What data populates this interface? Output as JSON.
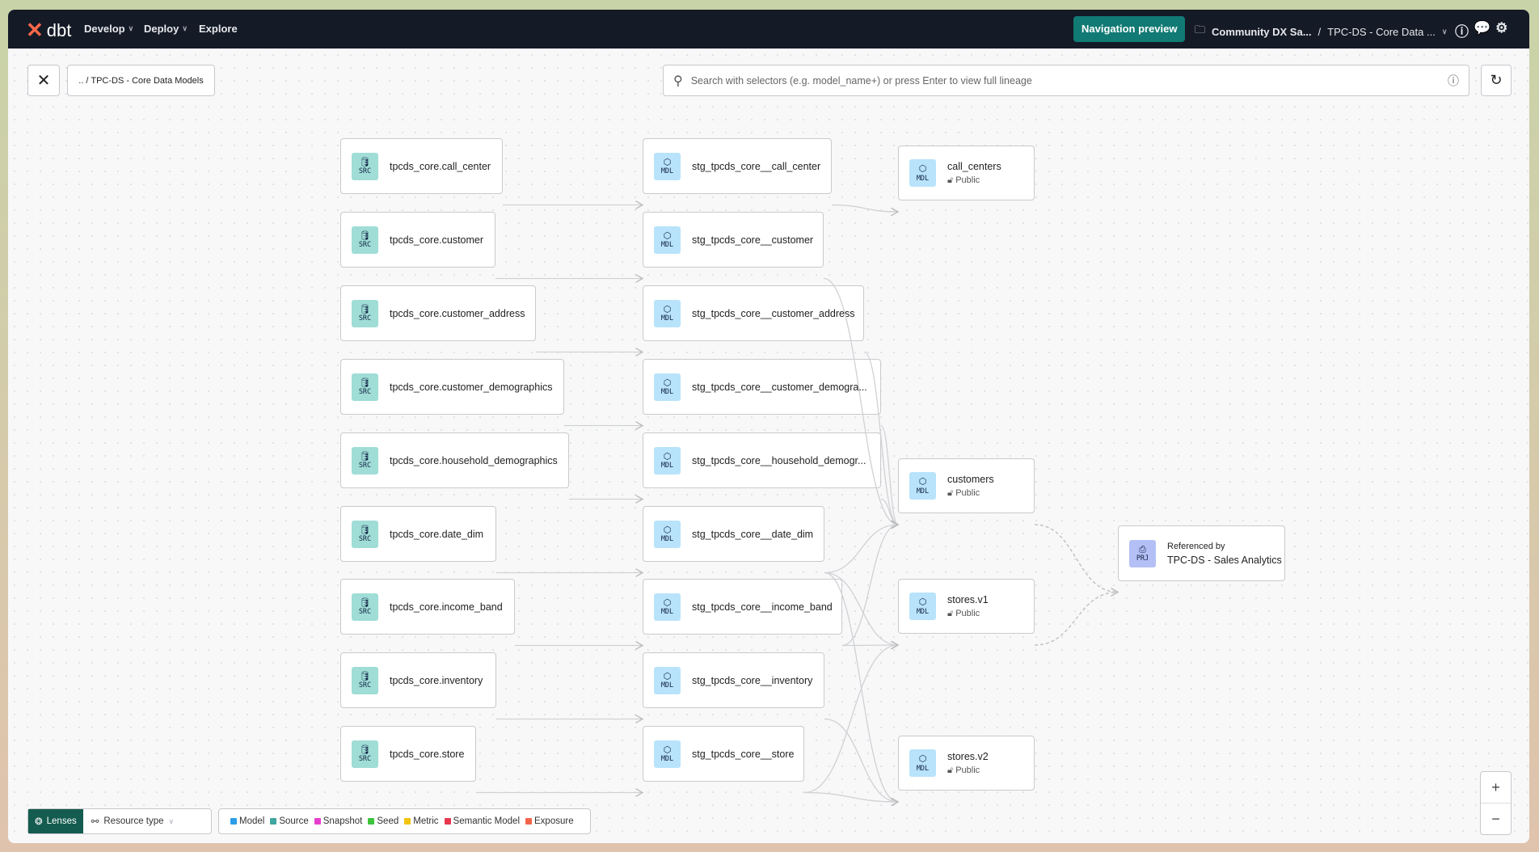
{
  "topbar": {
    "logo": "dbt",
    "nav": [
      {
        "label": "Develop",
        "dropdown": true
      },
      {
        "label": "Deploy",
        "dropdown": true
      },
      {
        "label": "Explore",
        "dropdown": false
      }
    ],
    "nav_preview": "Navigation preview",
    "account": "Community DX Sa...",
    "separator": "/",
    "project": "TPC-DS - Core Data ...",
    "icons": [
      "help-icon",
      "feedback-icon",
      "gear-icon"
    ]
  },
  "toolbar": {
    "breadcrumb": ".. / TPC-DS - Core Data Models",
    "search_placeholder": "Search with selectors (e.g. model_name+) or press Enter to view full lineage"
  },
  "sources": [
    "tpcds_core.call_center",
    "tpcds_core.customer",
    "tpcds_core.customer_address",
    "tpcds_core.customer_demographics",
    "tpcds_core.household_demographics",
    "tpcds_core.date_dim",
    "tpcds_core.income_band",
    "tpcds_core.inventory",
    "tpcds_core.store"
  ],
  "staging": [
    "stg_tpcds_core__call_center",
    "stg_tpcds_core__customer",
    "stg_tpcds_core__customer_address",
    "stg_tpcds_core__customer_demogra...",
    "stg_tpcds_core__household_demogr...",
    "stg_tpcds_core__date_dim",
    "stg_tpcds_core__income_band",
    "stg_tpcds_core__inventory",
    "stg_tpcds_core__store"
  ],
  "models": [
    {
      "name": "call_centers",
      "access": "Public"
    },
    {
      "name": "customers",
      "access": "Public"
    },
    {
      "name": "stores.v1",
      "access": "Public"
    },
    {
      "name": "stores.v2",
      "access": "Public"
    }
  ],
  "project_ref": {
    "label": "Referenced by",
    "name": "TPC-DS - Sales Analytics"
  },
  "badges": {
    "src": "SRC",
    "mdl": "MDL",
    "prj": "PRJ"
  },
  "lenses": {
    "label": "Lenses",
    "resource_type": "Resource type"
  },
  "legend": [
    {
      "label": "Model",
      "color": "#2a9ee8"
    },
    {
      "label": "Source",
      "color": "#3fa6a0"
    },
    {
      "label": "Snapshot",
      "color": "#e63fcf"
    },
    {
      "label": "Seed",
      "color": "#3cc43c"
    },
    {
      "label": "Metric",
      "color": "#f2c40c"
    },
    {
      "label": "Semantic Model",
      "color": "#e8364f"
    },
    {
      "label": "Exposure",
      "color": "#f2654a"
    }
  ],
  "zoom": {
    "in": "+",
    "out": "−"
  }
}
